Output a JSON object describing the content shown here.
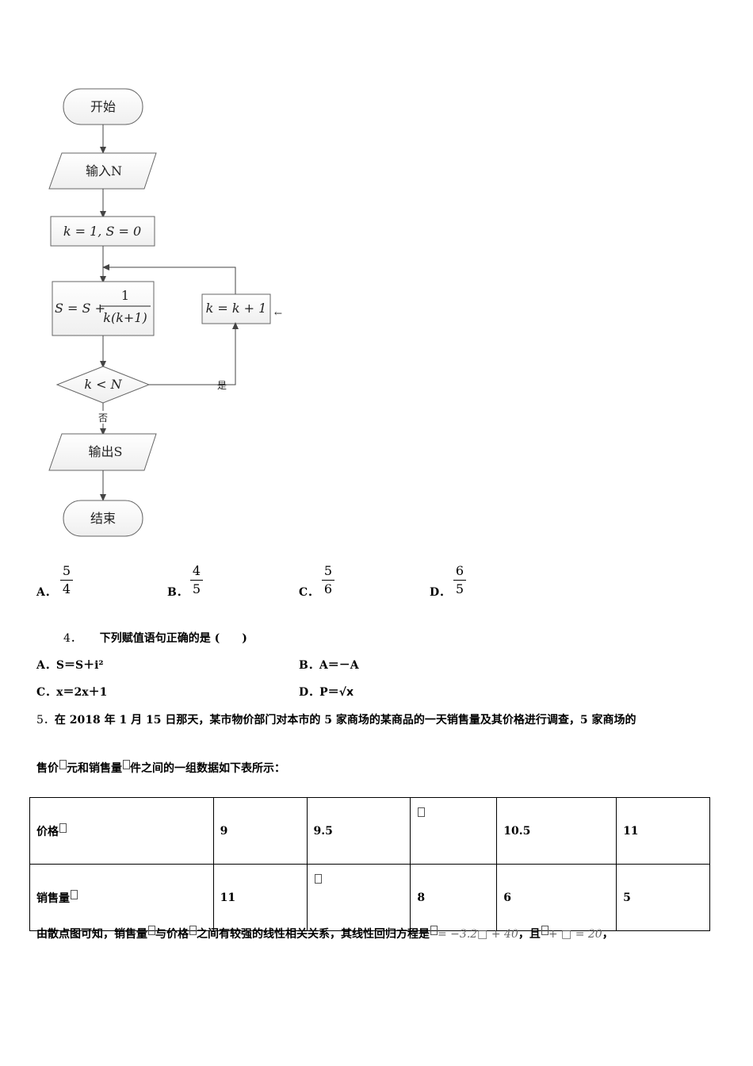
{
  "flowchart": {
    "start": "开始",
    "input": "输入N",
    "init": "k = 1, S = 0",
    "update_lhs": "S = S +",
    "update_num": "1",
    "update_den": "k(k+1)",
    "increment": "k = k + 1",
    "return_mark": "←",
    "condition": "k < N",
    "yes": "是",
    "no": "否",
    "output": "输出S",
    "end": "结束"
  },
  "q3_options": [
    {
      "label": "A．",
      "num": "5",
      "den": "4"
    },
    {
      "label": "B．",
      "num": "4",
      "den": "5"
    },
    {
      "label": "C．",
      "num": "5",
      "den": "6"
    },
    {
      "label": "D．",
      "num": "6",
      "den": "5"
    }
  ],
  "q4": {
    "number": "4．",
    "stem": "下列赋值语句正确的是 (　　)",
    "options": {
      "a": "A．S＝S＋i²",
      "b": "B．A＝－A",
      "c": "C．x＝2x＋1",
      "d_label": "D．P＝",
      "d_sqrt": "√x"
    }
  },
  "q5": {
    "number": "5．",
    "line1": "在 2018 年 1 月 15 日那天，某市物价部门对本市的 5 家商场的某商品的一天销售量及其价格进行调查，5 家商场的",
    "line2_a": "售价",
    "line2_b": "元和销售量",
    "line2_c": "件之间的一组数据如下表所示：",
    "table": {
      "row1": {
        "header": "价格",
        "values": [
          "9",
          "9.5",
          "",
          "10.5",
          "11"
        ]
      },
      "row2": {
        "header": "销售量",
        "values": [
          "11",
          "",
          "8",
          "6",
          "5"
        ]
      }
    },
    "line3_a": "由散点图可知，销售量",
    "line3_b": "与价格",
    "line3_c": "之间有较强的线性相关关系，其线性回归方程是",
    "regression": "= −3.2□ + 40",
    "line3_d": "，且",
    "condition": "+ □ = 20",
    "line3_end": "，"
  }
}
